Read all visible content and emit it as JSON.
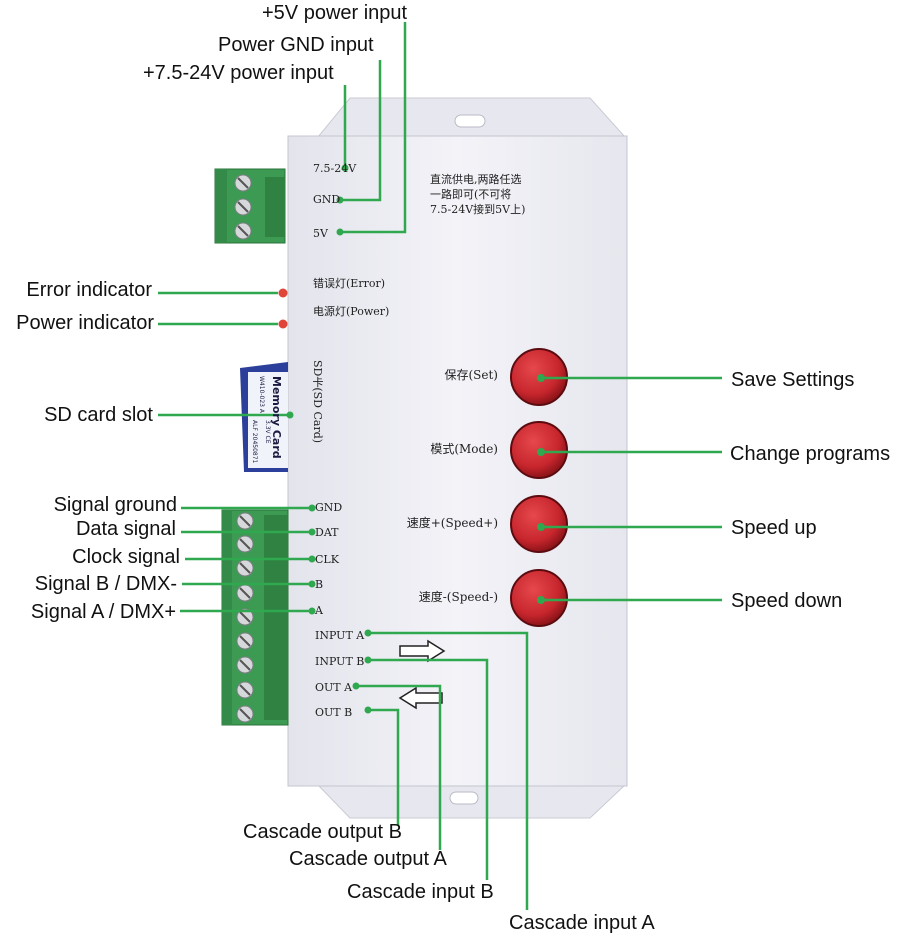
{
  "callouts": {
    "power_5v": "+5V power input",
    "power_gnd": "Power GND input",
    "power_24v": "+7.5-24V power input",
    "error_indicator": "Error indicator",
    "power_indicator": "Power indicator",
    "sd_card_slot": "SD card slot",
    "signal_ground": "Signal ground",
    "data_signal": "Data signal",
    "clock_signal": "Clock signal",
    "signal_b": "Signal B / DMX-",
    "signal_a": "Signal A / DMX+",
    "save_settings": "Save Settings",
    "change_programs": "Change programs",
    "speed_up": "Speed up",
    "speed_down": "Speed down",
    "cascade_output_b": "Cascade output B",
    "cascade_output_a": "Cascade output A",
    "cascade_input_b": "Cascade input B",
    "cascade_input_a": "Cascade input A"
  },
  "device_labels": {
    "v24": "7.5-24V",
    "gnd_power": "GND",
    "v5": "5V",
    "error_led": "错误灯(Error)",
    "power_led": "电源灯(Power)",
    "sd_card": "SD卡(SD Card)",
    "gnd_signal": "GND",
    "dat": "DAT",
    "clk": "CLK",
    "b": "B",
    "a": "A",
    "input_a": "INPUT A",
    "input_b": "INPUT B",
    "out_a": "OUT A",
    "out_b": "OUT B"
  },
  "note_lines": [
    "直流供电,两路任选",
    "一路即可(不可将",
    "7.5-24V接到5V上)"
  ],
  "buttons": {
    "set": "保存(Set)",
    "mode": "模式(Mode)",
    "speed_plus": "速度+(Speed+)",
    "speed_minus": "速度-(Speed-)"
  },
  "sd_card_print": {
    "title": "Memory Card",
    "line1": "W410-023 A",
    "line2": "3.3V  CE",
    "line3": "ALF 20450871"
  },
  "colors": {
    "leader_line": "#2fa84f",
    "button_red": "#c7262d",
    "terminal_green": "#3d9a52",
    "led_red": "#e0453a",
    "housing": "#ececf2"
  }
}
